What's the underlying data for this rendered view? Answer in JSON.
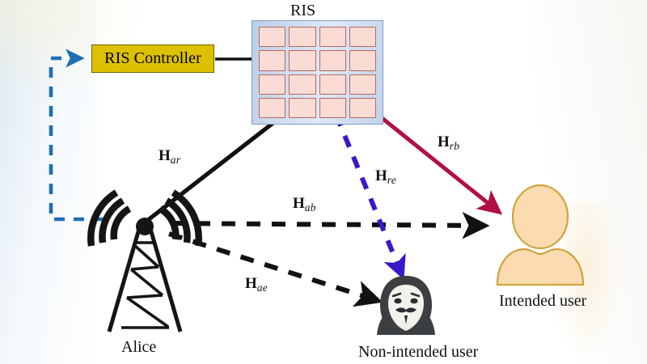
{
  "figure": {
    "title_ris": "RIS",
    "controller_label": "RIS Controller",
    "transmitter_label": "Alice",
    "intended_user_label": "Intended user",
    "non_intended_user_label": "Non-intended user"
  },
  "channels": [
    {
      "id": "ar",
      "base": "H",
      "subscript": "ar",
      "description": "Alice to RIS",
      "style": "solid-black"
    },
    {
      "id": "ab",
      "base": "H",
      "subscript": "ab",
      "description": "Alice to intended user",
      "style": "dashed-black"
    },
    {
      "id": "ae",
      "base": "H",
      "subscript": "ae",
      "description": "Alice to non-intended user",
      "style": "dashed-black"
    },
    {
      "id": "re",
      "base": "H",
      "subscript": "re",
      "description": "RIS to non-intended user",
      "style": "dashed-purple"
    },
    {
      "id": "rb",
      "base": "H",
      "subscript": "rb",
      "description": "RIS to intended user",
      "style": "solid-crimson"
    }
  ],
  "ris": {
    "rows": 4,
    "cols": 4,
    "element_count": 16,
    "panel_color": "#cfdcf0",
    "panel_border": "#7f9fc9",
    "element_color": "#fadcd5",
    "element_border": "#b9675c"
  },
  "colors": {
    "controller_fill": "#ddc000",
    "controller_border": "#6d6200",
    "control_link": "#1f6fb5",
    "reflect_link": "#b01046",
    "eaves_link": "#3a18c8",
    "direct_link": "#111111",
    "user_fill": "#fbdcb0",
    "user_stroke": "#d2a23c",
    "hacker_fill": "#3c3f41",
    "mask_fill": "#f2f1ec"
  },
  "icons": {
    "antenna": "antenna-tower-icon",
    "user": "person-icon",
    "hacker": "hooded-anonymous-mask-icon",
    "control_arrow": "dashed-arrow-icon"
  }
}
